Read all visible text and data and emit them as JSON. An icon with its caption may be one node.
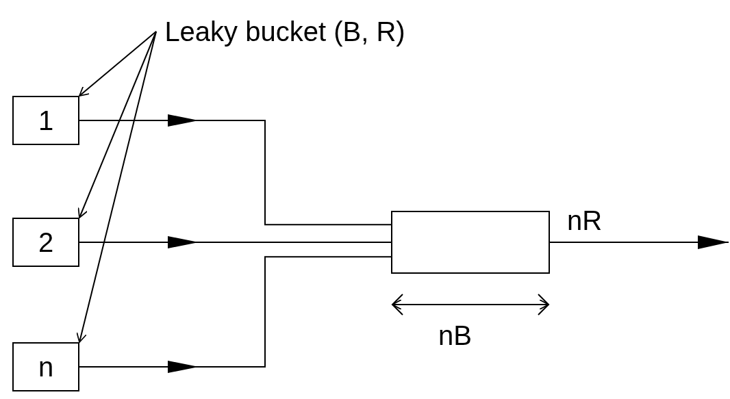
{
  "diagram": {
    "nodes": [
      {
        "text": [
          "Leaky bucket (B, R)"
        ]
      },
      {
        "text": [
          "1"
        ]
      },
      {
        "text": [
          "2"
        ]
      },
      {
        "text": [
          "n"
        ]
      },
      {
        "text": [],
        "shape": "box"
      }
    ],
    "edges": [
      {
        "from": 0,
        "to": 1,
        "arrow": "to"
      },
      {
        "from": 0,
        "to": 2,
        "arrow": "to"
      },
      {
        "from": 0,
        "to": 3,
        "arrow": "to"
      },
      {
        "from": 1,
        "to": 4,
        "arrow": "to"
      },
      {
        "from": 2,
        "to": 4,
        "arrow": "to"
      },
      {
        "from": 3,
        "to": 4,
        "arrow": "to"
      },
      {
        "from": 4,
        "to": null,
        "arrow": "to",
        "label": "nR"
      }
    ],
    "labels": [
      "nB"
    ]
  }
}
